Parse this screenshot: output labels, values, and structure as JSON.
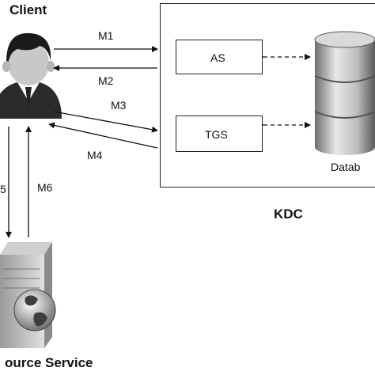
{
  "client": {
    "label": "Client"
  },
  "kdc": {
    "label": "KDC",
    "as_label": "AS",
    "tgs_label": "TGS",
    "database_label": "Datab"
  },
  "service": {
    "label": "ource Service"
  },
  "messages": {
    "m1": "M1",
    "m2": "M2",
    "m3": "M3",
    "m4": "M4",
    "m5": "5",
    "m6": "M6"
  }
}
